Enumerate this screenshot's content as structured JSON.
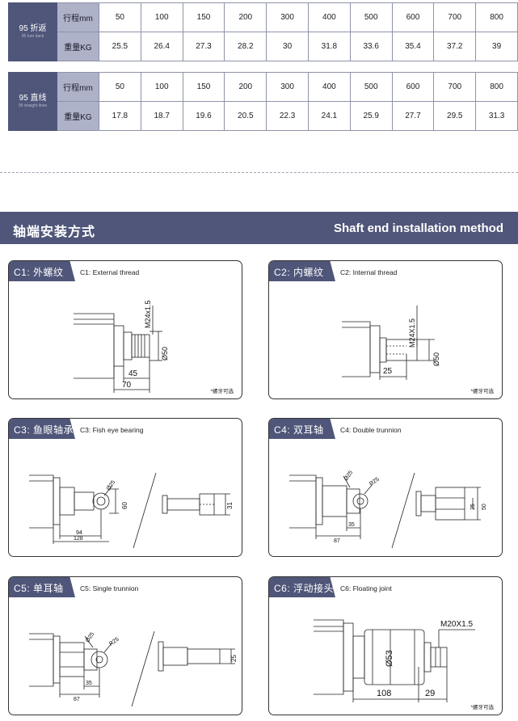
{
  "spec_tables": [
    {
      "label_cn": "95 折返",
      "label_en": "95 turn back",
      "stroke_header": "行程mm",
      "weight_header": "重量KG",
      "strokes": [
        "50",
        "100",
        "150",
        "200",
        "300",
        "400",
        "500",
        "600",
        "700",
        "800"
      ],
      "weights": [
        "25.5",
        "26.4",
        "27.3",
        "28.2",
        "30",
        "31.8",
        "33.6",
        "35.4",
        "37.2",
        "39"
      ]
    },
    {
      "label_cn": "95 直线",
      "label_en": "95 straight lines",
      "stroke_header": "行程mm",
      "weight_header": "重量KG",
      "strokes": [
        "50",
        "100",
        "150",
        "200",
        "300",
        "400",
        "500",
        "600",
        "700",
        "800"
      ],
      "weights": [
        "17.8",
        "18.7",
        "19.6",
        "20.5",
        "22.3",
        "24.1",
        "25.9",
        "27.7",
        "29.5",
        "31.3"
      ]
    }
  ],
  "section": {
    "title_cn": "轴端安装方式",
    "title_en": "Shaft end installation method"
  },
  "methods": [
    {
      "tab": "C1: 外螺纹",
      "subtitle": "C1: External thread",
      "note": "*螺牙可选",
      "dims": {
        "thread": "M24x1.5",
        "dia": "Ø50",
        "len_a": "45",
        "len_b": "70"
      }
    },
    {
      "tab": "C2: 内螺纹",
      "subtitle": "C2: Internal thread",
      "note": "*螺牙可选",
      "dims": {
        "thread": "M24X1.5",
        "dia": "Ø50",
        "len_a": "25"
      }
    },
    {
      "tab": "C3: 鱼眼轴承",
      "subtitle": "C3: Fish eye bearing",
      "dims": {
        "hole": "Ø25",
        "height": "60",
        "len_a": "94",
        "len_b": "128",
        "width": "31"
      }
    },
    {
      "tab": "C4: 双耳轴",
      "subtitle": "C4: Double trunnion",
      "dims": {
        "hole": "Ø25",
        "radius": "R25",
        "len_a": "35",
        "len_b": "87",
        "gap": "25",
        "width": "50"
      }
    },
    {
      "tab": "C5: 单耳轴",
      "subtitle": "C5: Single trunnion",
      "dims": {
        "hole": "Ø25",
        "radius": "R25",
        "len_a": "35",
        "len_b": "87",
        "width": "25"
      }
    },
    {
      "tab": "C6: 浮动接头",
      "subtitle": "C6: Floating joint",
      "note": "*螺牙可选",
      "dims": {
        "thread": "M20X1.5",
        "dia": "Ø53",
        "len_a": "108",
        "len_b": "29"
      }
    }
  ]
}
